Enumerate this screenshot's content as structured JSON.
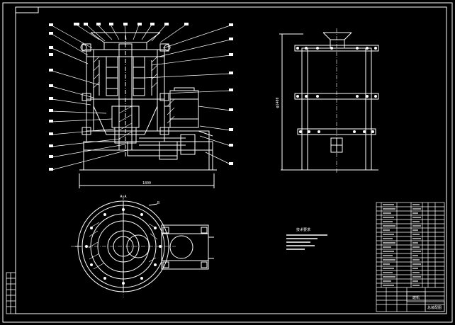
{
  "colors": {
    "background": "#000000",
    "line": "#ffffff"
  },
  "drawing": {
    "dim_width": "1800",
    "dim_height_left": "φ1400",
    "section_label": "A-A",
    "plan_label": "B",
    "notes_heading": "技术要求",
    "title_block": {
      "drawing_name": "磨机",
      "code": "总装配图"
    }
  }
}
